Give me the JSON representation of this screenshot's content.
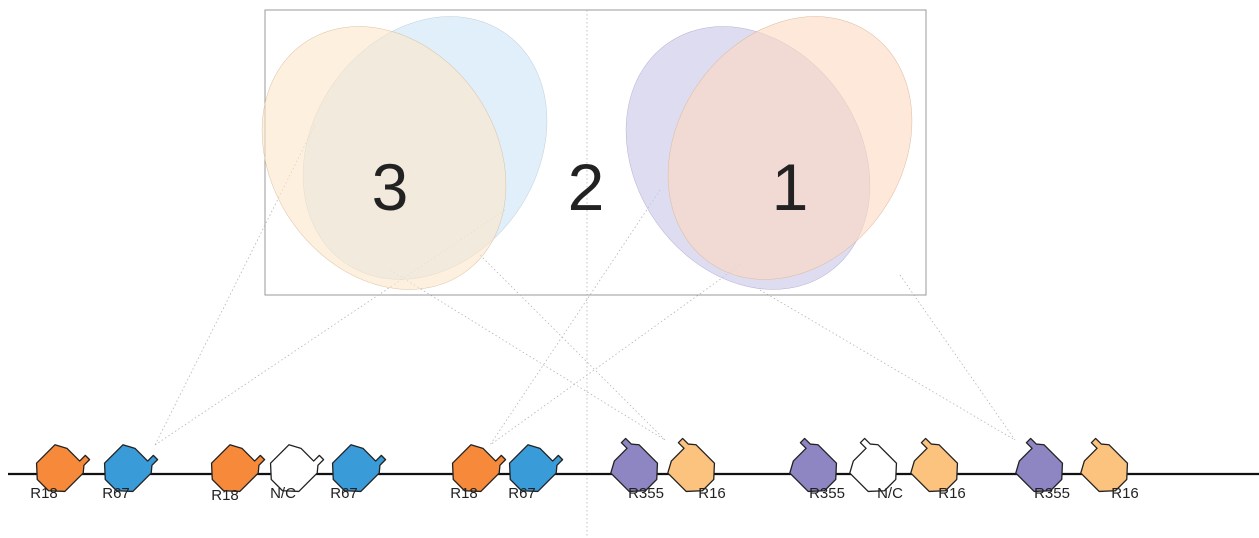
{
  "colors": {
    "orange": "#f78a3a",
    "blue": "#3a9bd9",
    "purple": "#8e86c2",
    "light_orange": "#fcc37f",
    "white": "#ffffff",
    "venn_light_orange": "#fde6c8",
    "venn_light_blue": "#cfe6f6",
    "venn_lavender": "#cdc9e8",
    "venn_peach": "#fdd9bf"
  },
  "venn": {
    "left_count": "3",
    "middle_count": "2",
    "right_count": "1"
  },
  "markers": [
    {
      "label": "R18",
      "color": "orange",
      "icon": "orange-marker-icon"
    },
    {
      "label": "R67",
      "color": "blue",
      "icon": "blue-marker-icon"
    },
    {
      "label": "R18",
      "color": "orange",
      "icon": "orange-marker-icon"
    },
    {
      "label": "N/C",
      "color": "white",
      "icon": "white-marker-icon"
    },
    {
      "label": "R67",
      "color": "blue",
      "icon": "blue-marker-icon"
    },
    {
      "label": "R18",
      "color": "orange",
      "icon": "orange-marker-icon"
    },
    {
      "label": "R67",
      "color": "blue",
      "icon": "blue-marker-icon"
    },
    {
      "label": "R355",
      "color": "purple",
      "icon": "purple-marker-icon"
    },
    {
      "label": "R16",
      "color": "light_orange",
      "icon": "light-orange-marker-icon"
    },
    {
      "label": "R355",
      "color": "purple",
      "icon": "purple-marker-icon"
    },
    {
      "label": "N/C",
      "color": "white",
      "icon": "white-marker-icon"
    },
    {
      "label": "R16",
      "color": "light_orange",
      "icon": "light-orange-marker-icon"
    },
    {
      "label": "R355",
      "color": "purple",
      "icon": "purple-marker-icon"
    },
    {
      "label": "R16",
      "color": "light_orange",
      "icon": "light-orange-marker-icon"
    }
  ]
}
